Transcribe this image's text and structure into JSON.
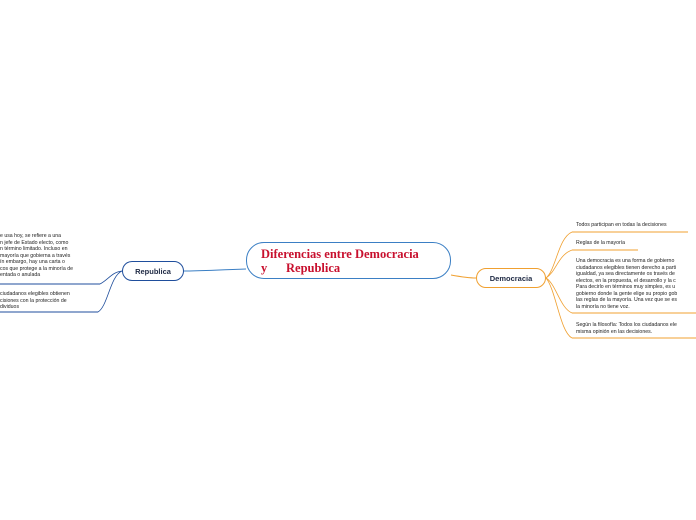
{
  "central": {
    "title": "Diferencias entre Democracia\ny      Republica"
  },
  "republica": {
    "label": "Republica",
    "items": [
      "e usa hoy, se refiere a una\nn jefe de Estado electo, como\nn término limitado. Incluso en\nmayoría que gobierna a través\nín embargo, hay una carta o\ncos que protege a la minoría de\nentada o anulada",
      "ciudadanos elegibles obtienen\ncisiones con la protección de\ndividuos"
    ]
  },
  "democracia": {
    "label": "Democracia",
    "items": [
      "Todos participan en todas la decisiones",
      "Reglas de la mayoría",
      "Una democracia es una forma de gobierno\nciudadanos elegibles tienen derecho a parti\nigualdad, ya sea directamente os través de\nelectos, en la propuesta, el desarrollo y la c\nPara decirlo en términos muy simples, es u\ngobierno donde la gente elige su propio gob\nlas reglas de la mayoría. Una vez que se es\nla minoría no tiene voz.",
      "Según la filosofía: Todos los ciudadanos ele\nmisma opinión en las decisiones."
    ]
  },
  "colors": {
    "republica_branch": "#1f4e9c",
    "democracia_branch": "#f0a030",
    "central_border": "#3b7fc4",
    "title": "#c8102e"
  }
}
